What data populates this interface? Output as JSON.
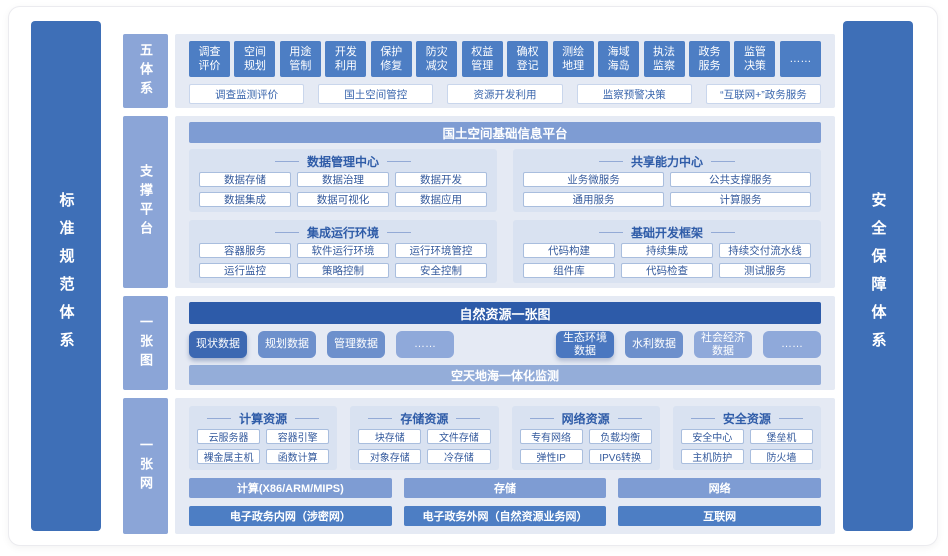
{
  "sidebars": {
    "left": "标准规范体系",
    "right": "安全保障体系"
  },
  "rows": {
    "five_systems": {
      "label": "五体系",
      "boxes": [
        "调查评价",
        "空间规划",
        "用途管制",
        "开发利用",
        "保护修复",
        "防灾减灾",
        "权益管理",
        "确权登记",
        "测绘地理",
        "海域海岛",
        "执法监察",
        "政务服务",
        "监管决策",
        "……"
      ],
      "wide_boxes": [
        "调查监测评价",
        "国土空间管控",
        "资源开发利用",
        "监察预警决策",
        "“互联网+”政务服务"
      ]
    },
    "support_platform": {
      "label": "支撑平台",
      "header": "国土空间基础信息平台",
      "panels": [
        {
          "title": "数据管理中心",
          "items": [
            "数据存储",
            "数据治理",
            "数据开发",
            "数据集成",
            "数据可视化",
            "数据应用"
          ]
        },
        {
          "title": "共享能力中心",
          "items": [
            "业务微服务",
            "公共支撑服务",
            "通用服务",
            "计算服务"
          ]
        },
        {
          "title": "集成运行环境",
          "items": [
            "容器服务",
            "软件运行环境",
            "运行环境管控",
            "运行监控",
            "策略控制",
            "安全控制"
          ]
        },
        {
          "title": "基础开发框架",
          "items": [
            "代码构建",
            "持续集成",
            "持续交付流水线",
            "组件库",
            "代码检查",
            "测试服务"
          ]
        }
      ]
    },
    "one_map": {
      "label": "一张图",
      "header": "自然资源一张图",
      "pills_left": [
        {
          "label": "现状数据",
          "tone": "dark"
        },
        {
          "label": "规划数据",
          "tone": "medium"
        },
        {
          "label": "管理数据",
          "tone": "medium"
        },
        {
          "label": "……",
          "tone": "light"
        }
      ],
      "pills_right": [
        {
          "label": "生态环境数据",
          "tone": "dark2"
        },
        {
          "label": "水利数据",
          "tone": "medium"
        },
        {
          "label": "社会经济数据",
          "tone": "light"
        },
        {
          "label": "……",
          "tone": "light"
        }
      ],
      "footer": "空天地海一体化监测"
    },
    "one_network": {
      "label": "一张网",
      "groups": [
        {
          "title": "计算资源",
          "items": [
            "云服务器",
            "容器引擎",
            "裸金属主机",
            "函数计算"
          ]
        },
        {
          "title": "存储资源",
          "items": [
            "块存储",
            "文件存储",
            "对象存储",
            "冷存储"
          ]
        },
        {
          "title": "网络资源",
          "items": [
            "专有网络",
            "负载均衡",
            "弹性IP",
            "IPV6转换"
          ]
        },
        {
          "title": "安全资源",
          "items": [
            "安全中心",
            "堡垒机",
            "主机防护",
            "防火墙"
          ]
        }
      ],
      "mid_bars": [
        "计算(X86/ARM/MIPS)",
        "存储",
        "网络"
      ],
      "bottom_bars": [
        "电子政务内网（涉密网）",
        "电子政务外网（自然资源业务网）",
        "互联网"
      ]
    }
  },
  "colors": {
    "sidebar_blue": "#3e6fb7",
    "row_label_blue": "#8ba5d7",
    "deep_box_blue": "#4d7ec4",
    "bar_blue": "#7e9cd3",
    "dark_header_blue": "#2d5ba9",
    "section_bg": "#e5eaf4",
    "panel_bg": "#d9e2f1",
    "pill_dark": "#3c68b2",
    "pill_dark2": "#4a77c0",
    "pill_medium": "#6d90cc",
    "pill_light": "#8fa9da",
    "box_border": "#a9bede",
    "box_text": "#33599c"
  }
}
